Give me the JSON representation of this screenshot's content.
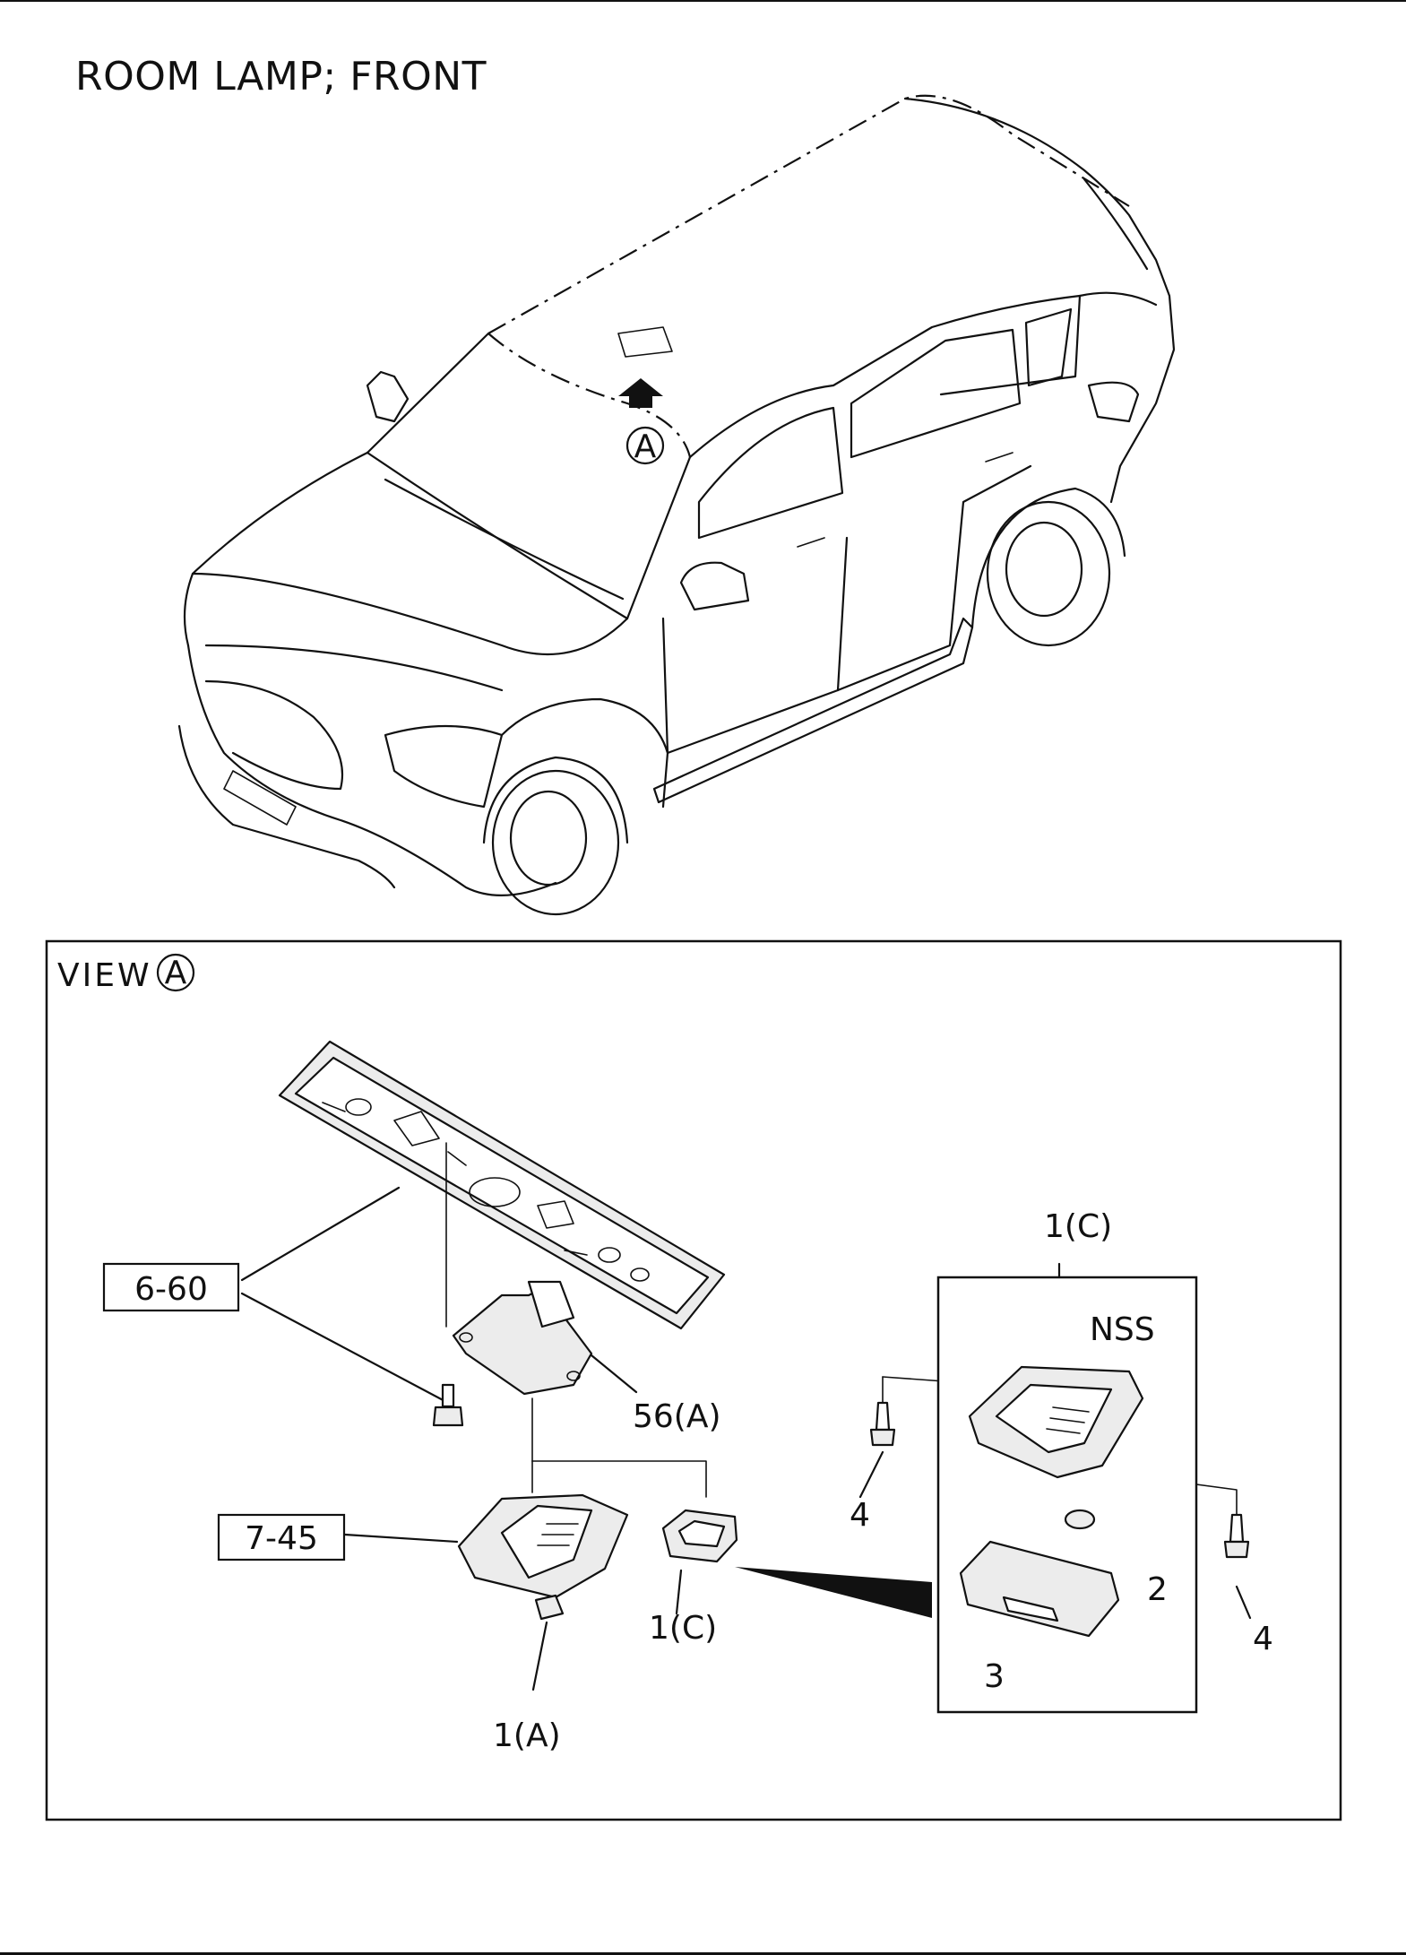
{
  "title": "ROOM LAMP; FRONT",
  "view_marker": "A",
  "view": {
    "label": "VIEW",
    "letter": "A"
  },
  "callouts": {
    "ref_6_60": "6-60",
    "ref_7_45": "7-45",
    "part_56a": "56(A)",
    "part_1c_top": "1(C)",
    "part_1c_bottom": "1(C)",
    "part_1a": "1(A)",
    "nss": "NSS",
    "part_2": "2",
    "part_3": "3",
    "part_4_left": "4",
    "part_4_right": "4"
  }
}
